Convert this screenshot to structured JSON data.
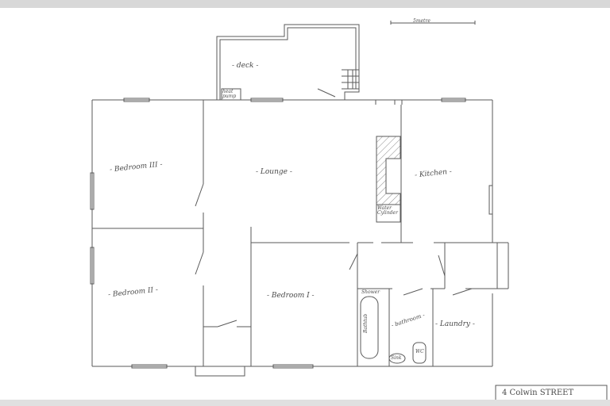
{
  "plan": {
    "scale_label": "5metre",
    "rooms": {
      "deck": "- deck -",
      "heat_pump": "heat pump",
      "bedroom3": "- Bedroom III -",
      "lounge": "- Lounge -",
      "kitchen": "- Kitchen -",
      "water_cylinder": "Water Cylinder",
      "bedroom2": "- Bedroom II -",
      "bedroom1": "- Bedroom I -",
      "shower": "Shower",
      "bathtub": "Bathtub",
      "bathroom": "- bathroom -",
      "laundry": "- Laundry -",
      "sink": "Sink",
      "wc": "WC"
    },
    "street_label": "4 Colwin STREET",
    "colors": {
      "line": "#555555",
      "paper": "#ffffff",
      "hatch": "#777777"
    }
  }
}
